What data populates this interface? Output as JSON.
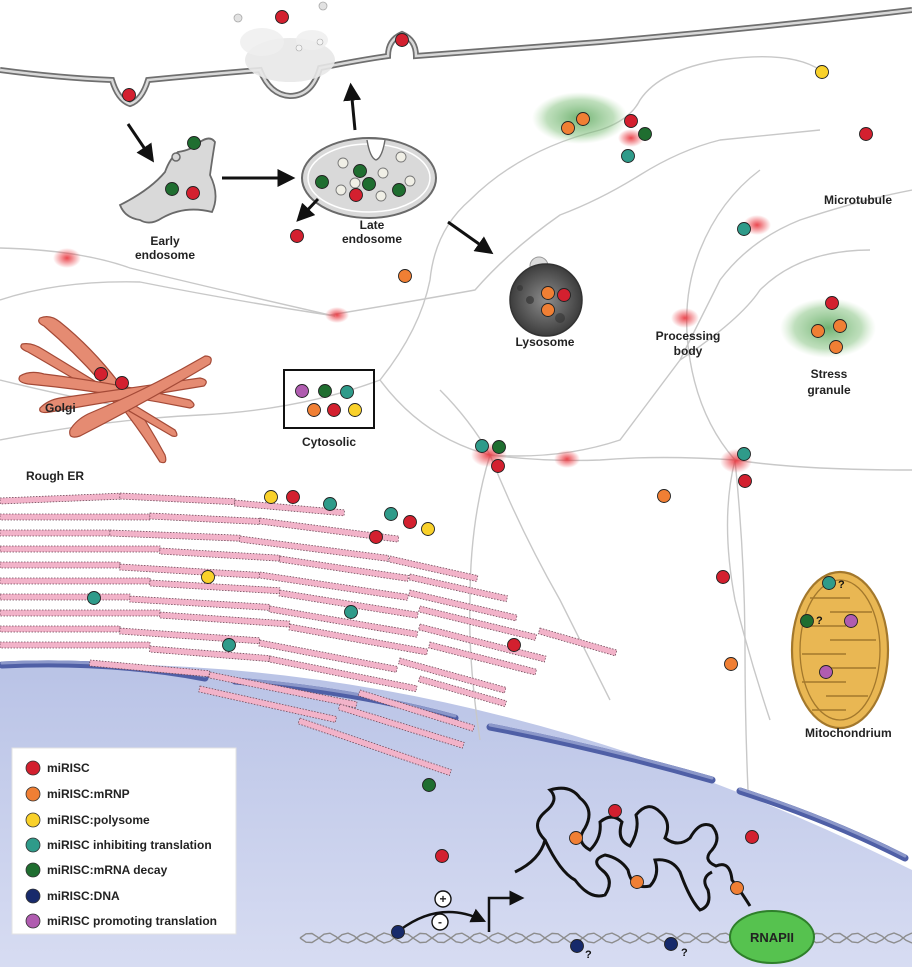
{
  "labels": {
    "early_endosome": [
      "Early",
      "endosome"
    ],
    "late_endosome": [
      "Late",
      "endosome"
    ],
    "lysosome": "Lysosome",
    "processing_body": [
      "Processing",
      "body"
    ],
    "stress_granule": [
      "Stress",
      "granule"
    ],
    "microtubule": "Microtubule",
    "golgi": "Golgi",
    "cytosolic": "Cytosolic",
    "rough_er": "Rough ER",
    "mitochondrion": "Mitochondrium",
    "rnapii": "RNAPII",
    "plus": "+",
    "minus": "-",
    "question": "?"
  },
  "legend": [
    {
      "label": "miRISC",
      "color": "#d3202f"
    },
    {
      "label": "miRISC:mRNP",
      "color": "#f07f34"
    },
    {
      "label": "miRISC:polysome",
      "color": "#f9d12a"
    },
    {
      "label": "miRISC inhibiting translation",
      "color": "#2f9b8a"
    },
    {
      "label": "miRISC:mRNA decay",
      "color": "#1f6e30"
    },
    {
      "label": "miRISC:DNA",
      "color": "#172a6b"
    },
    {
      "label": "miRISC promoting translation",
      "color": "#b05cb0"
    }
  ]
}
